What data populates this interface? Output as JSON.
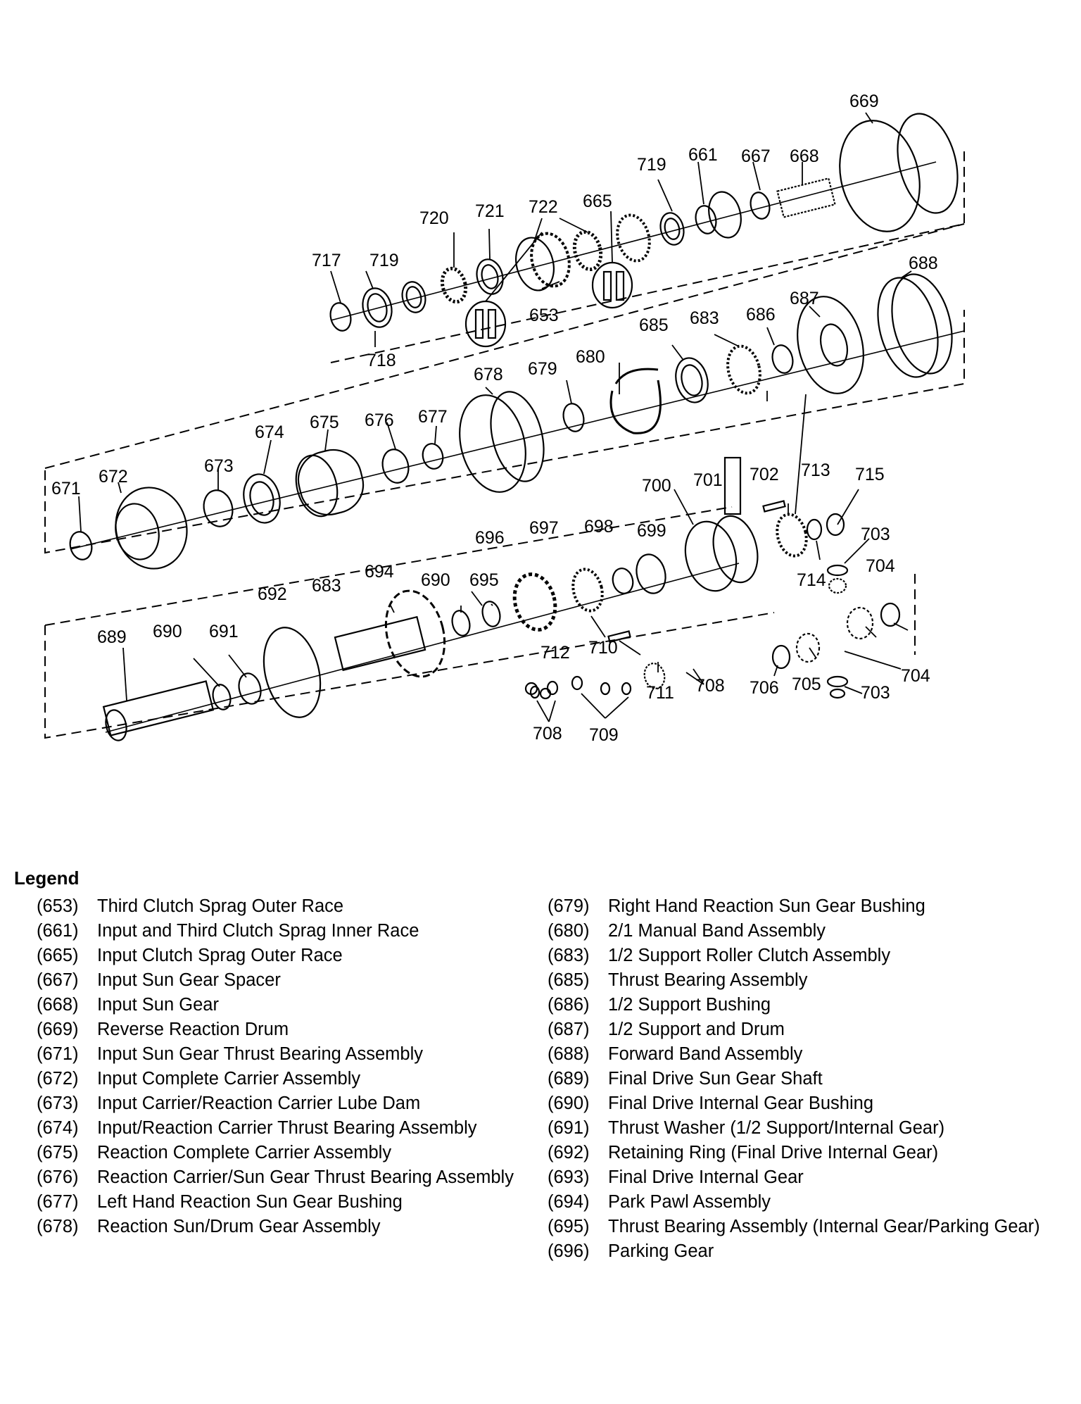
{
  "diagram": {
    "callouts": [
      "669",
      "719",
      "661",
      "667",
      "668",
      "720",
      "721",
      "722",
      "665",
      "717",
      "719",
      "718",
      "653",
      "688",
      "687",
      "685",
      "683",
      "686",
      "678",
      "679",
      "680",
      "674",
      "675",
      "676",
      "677",
      "671",
      "672",
      "673",
      "700",
      "701",
      "702",
      "713",
      "715",
      "703",
      "704",
      "714",
      "696",
      "697",
      "698",
      "699",
      "694",
      "692",
      "683",
      "690",
      "695",
      "689",
      "690",
      "691",
      "712",
      "710",
      "711",
      "708",
      "706",
      "705",
      "704",
      "703",
      "708",
      "709"
    ]
  },
  "legend": {
    "title": "Legend",
    "left": [
      {
        "num": "(653)",
        "desc": "Third Clutch Sprag Outer Race"
      },
      {
        "num": "(661)",
        "desc": "Input and Third Clutch Sprag Inner Race"
      },
      {
        "num": "(665)",
        "desc": "Input Clutch Sprag Outer Race"
      },
      {
        "num": "(667)",
        "desc": "Input Sun Gear Spacer"
      },
      {
        "num": "(668)",
        "desc": "Input Sun Gear"
      },
      {
        "num": "(669)",
        "desc": "Reverse Reaction Drum"
      },
      {
        "num": "(671)",
        "desc": "Input Sun Gear Thrust Bearing Assembly"
      },
      {
        "num": "(672)",
        "desc": "Input Complete Carrier Assembly"
      },
      {
        "num": "(673)",
        "desc": "Input Carrier/Reaction Carrier Lube Dam"
      },
      {
        "num": "(674)",
        "desc": "Input/Reaction Carrier Thrust Bearing Assembly"
      },
      {
        "num": "(675)",
        "desc": "Reaction Complete Carrier Assembly"
      },
      {
        "num": "(676)",
        "desc": "Reaction Carrier/Sun Gear Thrust Bearing Assembly"
      },
      {
        "num": "(677)",
        "desc": "Left Hand Reaction Sun Gear Bushing"
      },
      {
        "num": "(678)",
        "desc": "Reaction Sun/Drum Gear Assembly"
      }
    ],
    "right": [
      {
        "num": "(679)",
        "desc": "Right Hand Reaction Sun Gear Bushing"
      },
      {
        "num": "(680)",
        "desc": "2/1 Manual Band Assembly"
      },
      {
        "num": "(683)",
        "desc": "1/2 Support Roller Clutch Assembly"
      },
      {
        "num": "(685)",
        "desc": "Thrust Bearing Assembly"
      },
      {
        "num": "(686)",
        "desc": "1/2 Support Bushing"
      },
      {
        "num": "(687)",
        "desc": "1/2 Support and Drum"
      },
      {
        "num": "(688)",
        "desc": "Forward Band Assembly"
      },
      {
        "num": "(689)",
        "desc": "Final Drive Sun Gear Shaft"
      },
      {
        "num": "(690)",
        "desc": "Final Drive Internal Gear Bushing"
      },
      {
        "num": "(691)",
        "desc": "Thrust Washer (1/2 Support/Internal Gear)"
      },
      {
        "num": "(692)",
        "desc": "Retaining Ring (Final Drive Internal Gear)"
      },
      {
        "num": "(693)",
        "desc": "Final Drive Internal Gear"
      },
      {
        "num": "(694)",
        "desc": "Park Pawl Assembly"
      },
      {
        "num": "(695)",
        "desc": "Thrust Bearing Assembly (Internal Gear/Parking Gear)"
      },
      {
        "num": "(696)",
        "desc": "Parking Gear"
      }
    ]
  }
}
